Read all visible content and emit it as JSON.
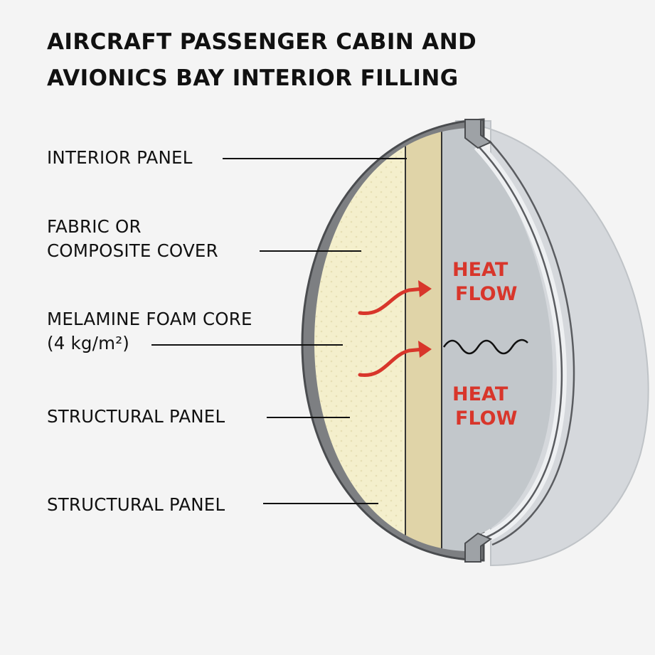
{
  "title": {
    "line1": "AIRCRAFT PASSENGER CABIN AND",
    "line2": "AVIONICS BAY INTERIOR FILLING"
  },
  "labels": [
    {
      "lines": [
        "INTERIOR PANEL"
      ]
    },
    {
      "lines": [
        "FABRIC OR",
        "COMPOSITE COVER"
      ]
    },
    {
      "lines": [
        "MELAMINE FOAM CORE",
        "(4 kg/m²)"
      ]
    },
    {
      "lines": [
        "STRUCTURAL PANEL"
      ]
    },
    {
      "lines": [
        "STRUCTURAL PANEL"
      ]
    }
  ],
  "heat_flow": {
    "top": [
      "HEAT",
      "FLOW"
    ],
    "bottom": [
      "HEAT",
      "FLOW"
    ]
  },
  "colors": {
    "outer_shell": "#7d7f82",
    "foam_core": "#f4efcc",
    "cover_layer": "#e0d4a8",
    "interior_panel": "#c2c7cb",
    "outer_skin": "#d5d8dc",
    "heat_arrow": "#d8362b"
  },
  "icons": [
    "heat-arrow-icon",
    "wave-icon"
  ]
}
